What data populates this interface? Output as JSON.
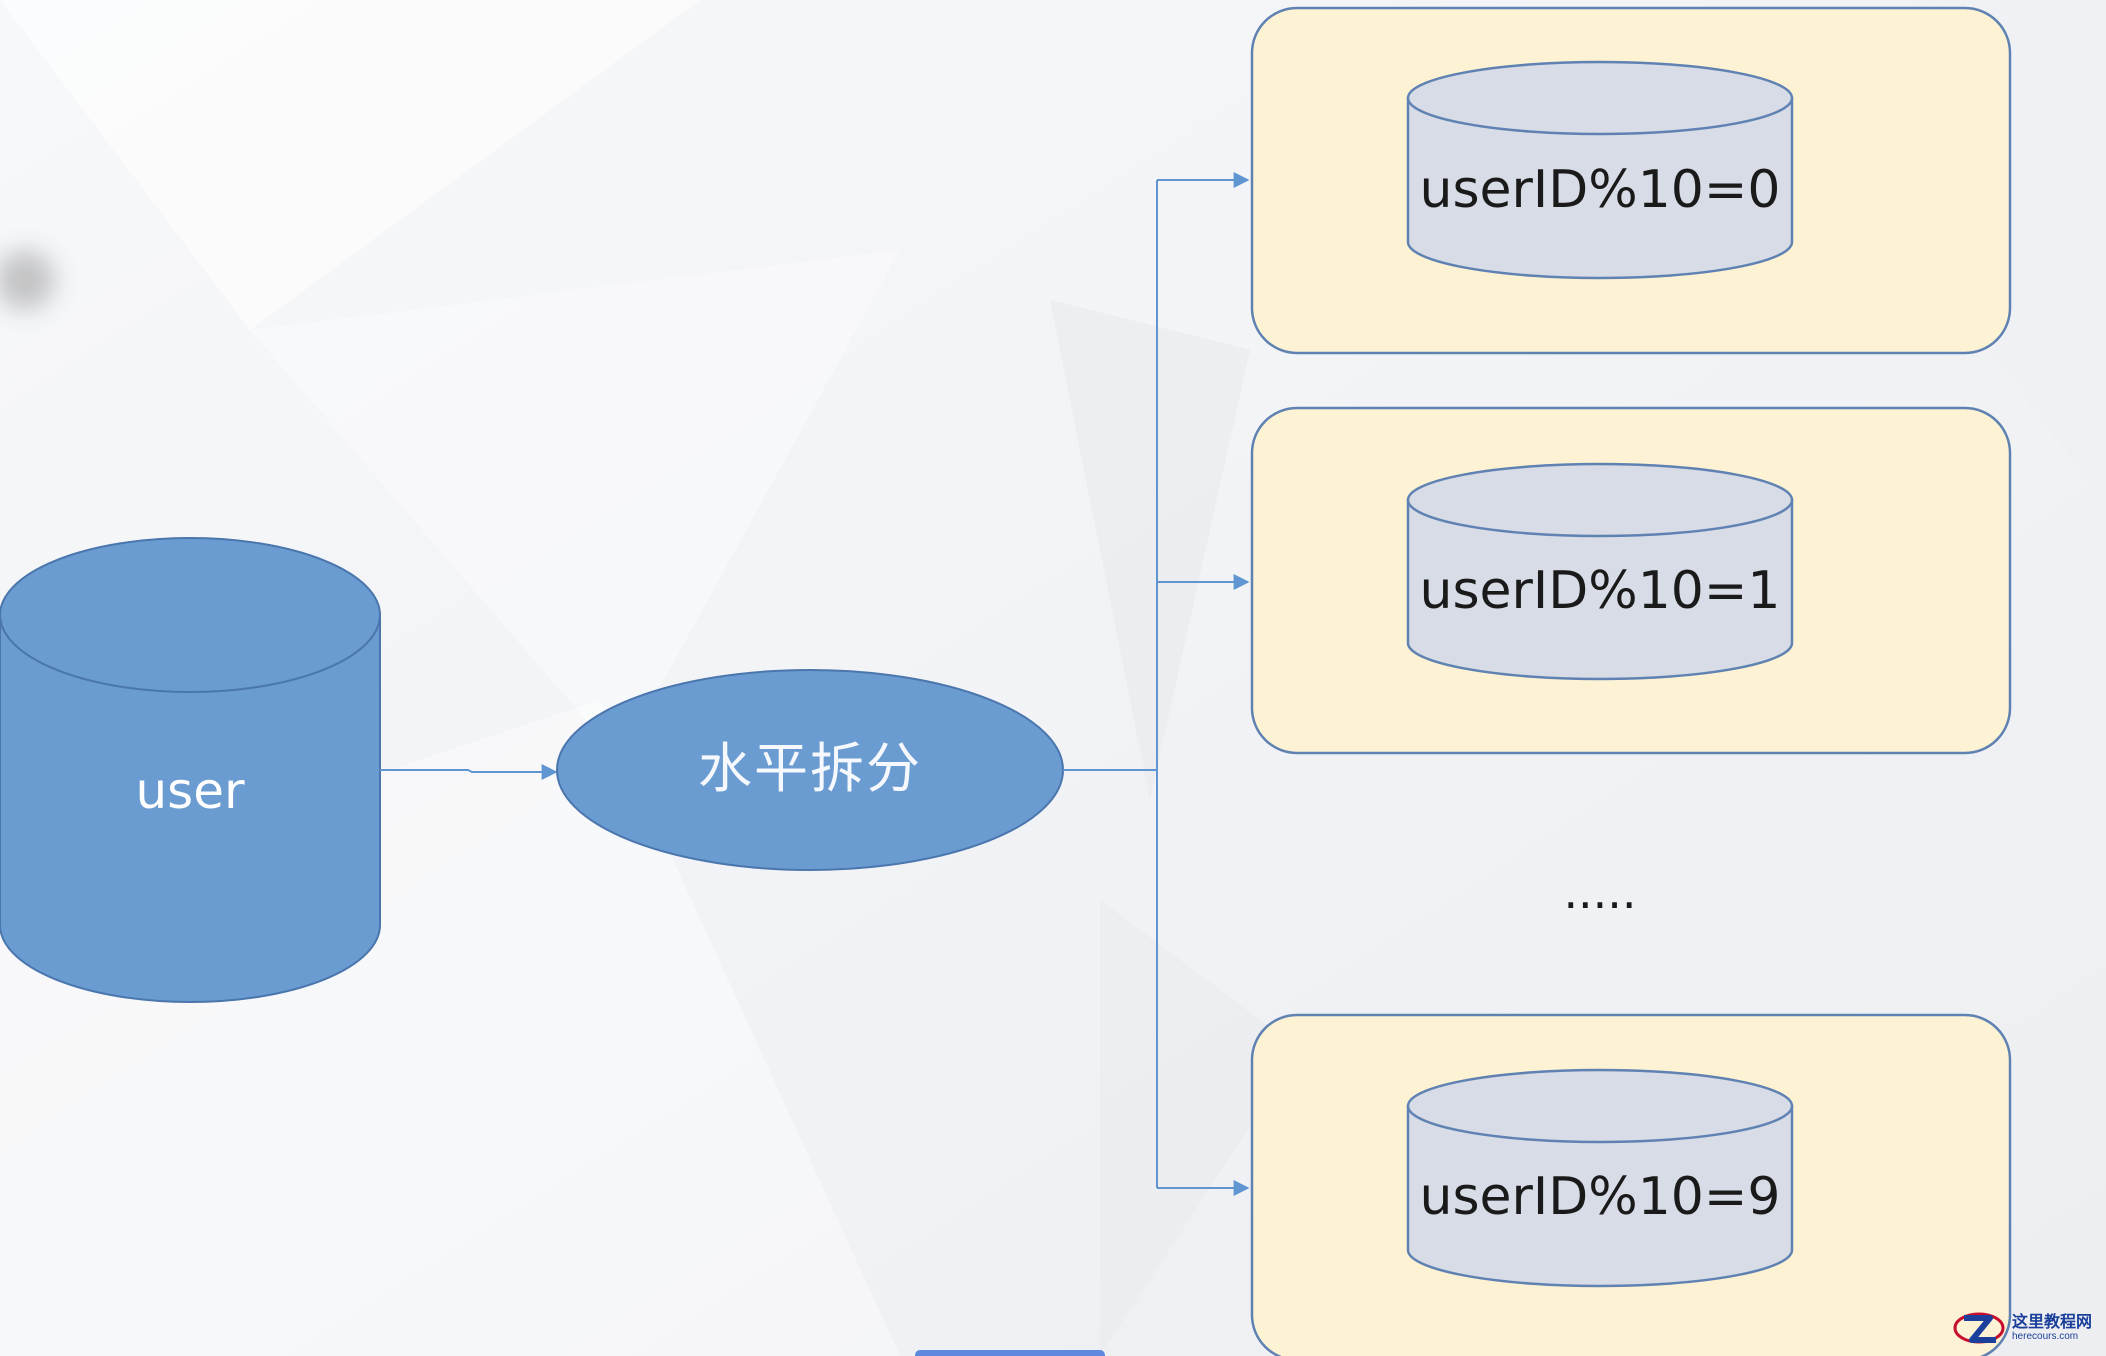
{
  "source": {
    "label": "user"
  },
  "split": {
    "label": "水平拆分"
  },
  "shards": [
    {
      "label": "userID%10=0"
    },
    {
      "label": "userID%10=1"
    },
    {
      "label": "userID%10=9"
    }
  ],
  "ellipsis": ".....",
  "colors": {
    "source_fill": "#6a9bd1",
    "source_stroke": "#4a76ad",
    "shard_box_fill": "#fdf3d4",
    "shard_box_stroke": "#5f82b2",
    "shard_db_fill": "#d7dce6",
    "shard_db_stroke": "#5f82b2",
    "connector": "#5f95d0"
  },
  "watermark": {
    "cn": "这里教程网",
    "en": "herecours.com"
  }
}
